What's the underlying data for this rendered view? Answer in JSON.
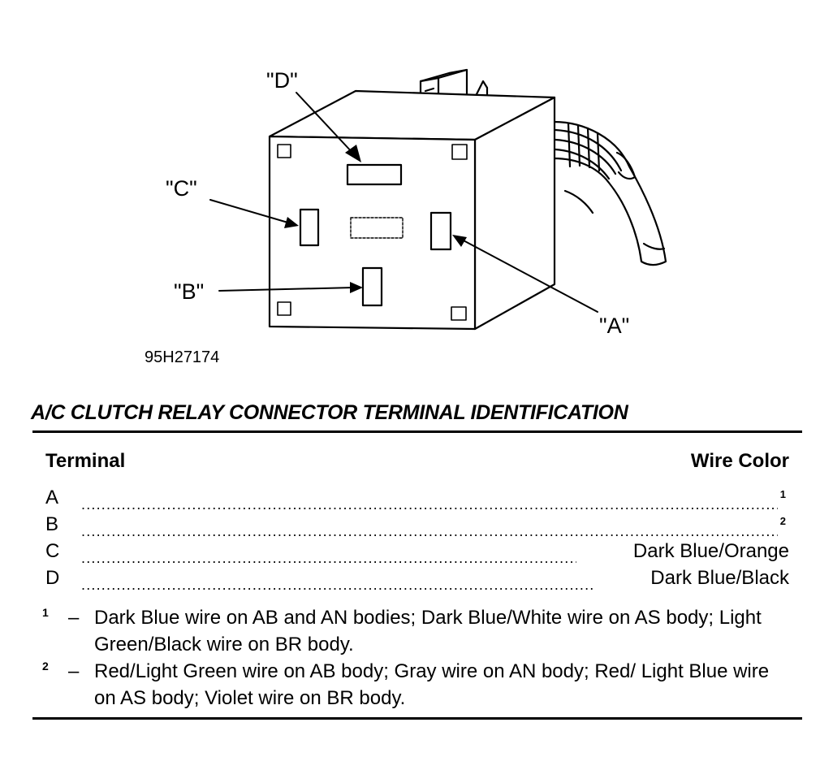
{
  "figure": {
    "callouts": {
      "a": "\"A\"",
      "b": "\"B\"",
      "c": "\"C\"",
      "d": "\"D\""
    },
    "figure_id": "95H27174"
  },
  "section": {
    "title": "A/C CLUTCH RELAY CONNECTOR TERMINAL IDENTIFICATION"
  },
  "table": {
    "header_terminal": "Terminal",
    "header_color": "Wire Color",
    "rows": [
      {
        "terminal": "A",
        "color": "1"
      },
      {
        "terminal": "B",
        "color": "2"
      },
      {
        "terminal": "C",
        "color": "Dark Blue/Orange"
      },
      {
        "terminal": "D",
        "color": "Dark Blue/Black"
      }
    ]
  },
  "footnotes": [
    {
      "mark": "1",
      "dash": "–",
      "text": "Dark Blue wire on AB and AN bodies; Dark Blue/White wire on AS body; Light Green/Black wire on BR body."
    },
    {
      "mark": "2",
      "dash": "–",
      "text": "Red/Light Green wire on AB body; Gray wire on AN body; Red/ Light Blue wire on AS body; Violet wire on BR body."
    }
  ]
}
